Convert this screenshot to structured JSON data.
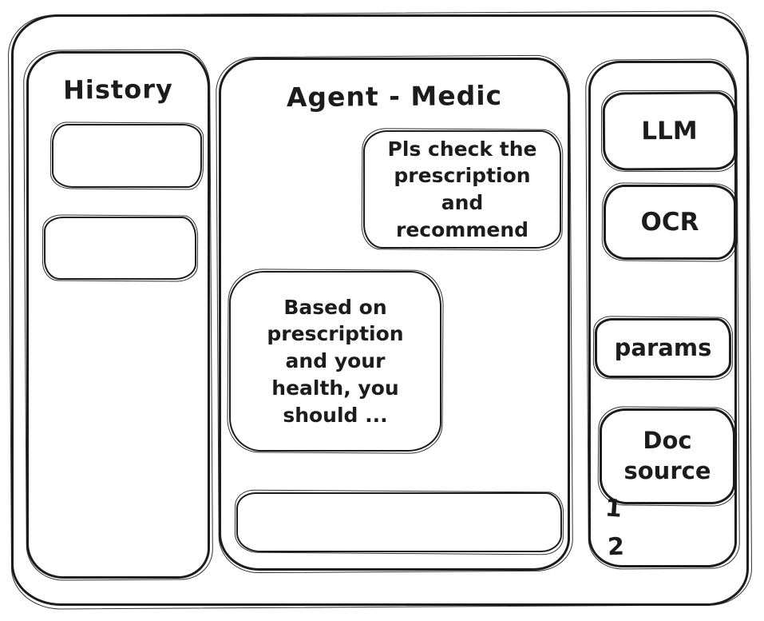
{
  "history_panel": {
    "title": "History",
    "items": [
      {
        "label": ""
      },
      {
        "label": ""
      }
    ]
  },
  "chat": {
    "title": "Agent - Medic",
    "messages": [
      {
        "role": "user",
        "text": "Pls check the\nprescription\nand recommend"
      },
      {
        "role": "assistant",
        "text": "Based on\nprescription\nand your\nhealth, you\nshould ..."
      }
    ],
    "input": {
      "value": ""
    }
  },
  "tools_panel": {
    "buttons": [
      {
        "id": "llm",
        "label": "LLM"
      },
      {
        "id": "ocr",
        "label": "OCR"
      },
      {
        "id": "params",
        "label": "params"
      },
      {
        "id": "doc-source",
        "label": "Doc source"
      }
    ],
    "doc_source_items": [
      "1",
      "2"
    ]
  },
  "colors": {
    "ink": "#1c1c1c",
    "background": "#ffffff"
  }
}
